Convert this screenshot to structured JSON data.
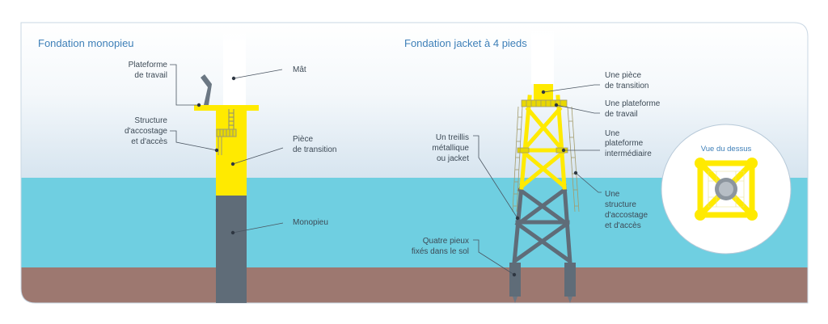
{
  "titles": {
    "monopile": "Fondation monopieu",
    "jacket": "Fondation jacket à 4 pieds",
    "top_view": "Vue du dessus"
  },
  "monopile_labels": {
    "platform": [
      "Plateforme",
      "de travail"
    ],
    "access": [
      "Structure",
      "d'accostage",
      "et d'accès"
    ],
    "mast": [
      "Mât"
    ],
    "transition": [
      "Pièce",
      "de transition"
    ],
    "monopile": [
      "Monopieu"
    ]
  },
  "jacket_labels": {
    "lattice": [
      "Un treillis",
      "métallique",
      "ou jacket"
    ],
    "piles": [
      "Quatre pieux",
      "fixés dans le sol"
    ],
    "transition": [
      "Une pièce",
      "de transition"
    ],
    "platform": [
      "Une plateforme",
      "de travail"
    ],
    "intermediate": [
      "Une",
      "plateforme",
      "intermédiaire"
    ],
    "access": [
      "Une",
      "structure",
      "d'accostage",
      "et d'accès"
    ]
  },
  "colors": {
    "sky_top": "#ffffff",
    "sky_bottom": "#dde8f1",
    "sea": "#6fcfe1",
    "seabed": "#9d7870",
    "yellow": "#ffea00",
    "steel": "#5f6c78",
    "accent": "#3e7fb8"
  }
}
